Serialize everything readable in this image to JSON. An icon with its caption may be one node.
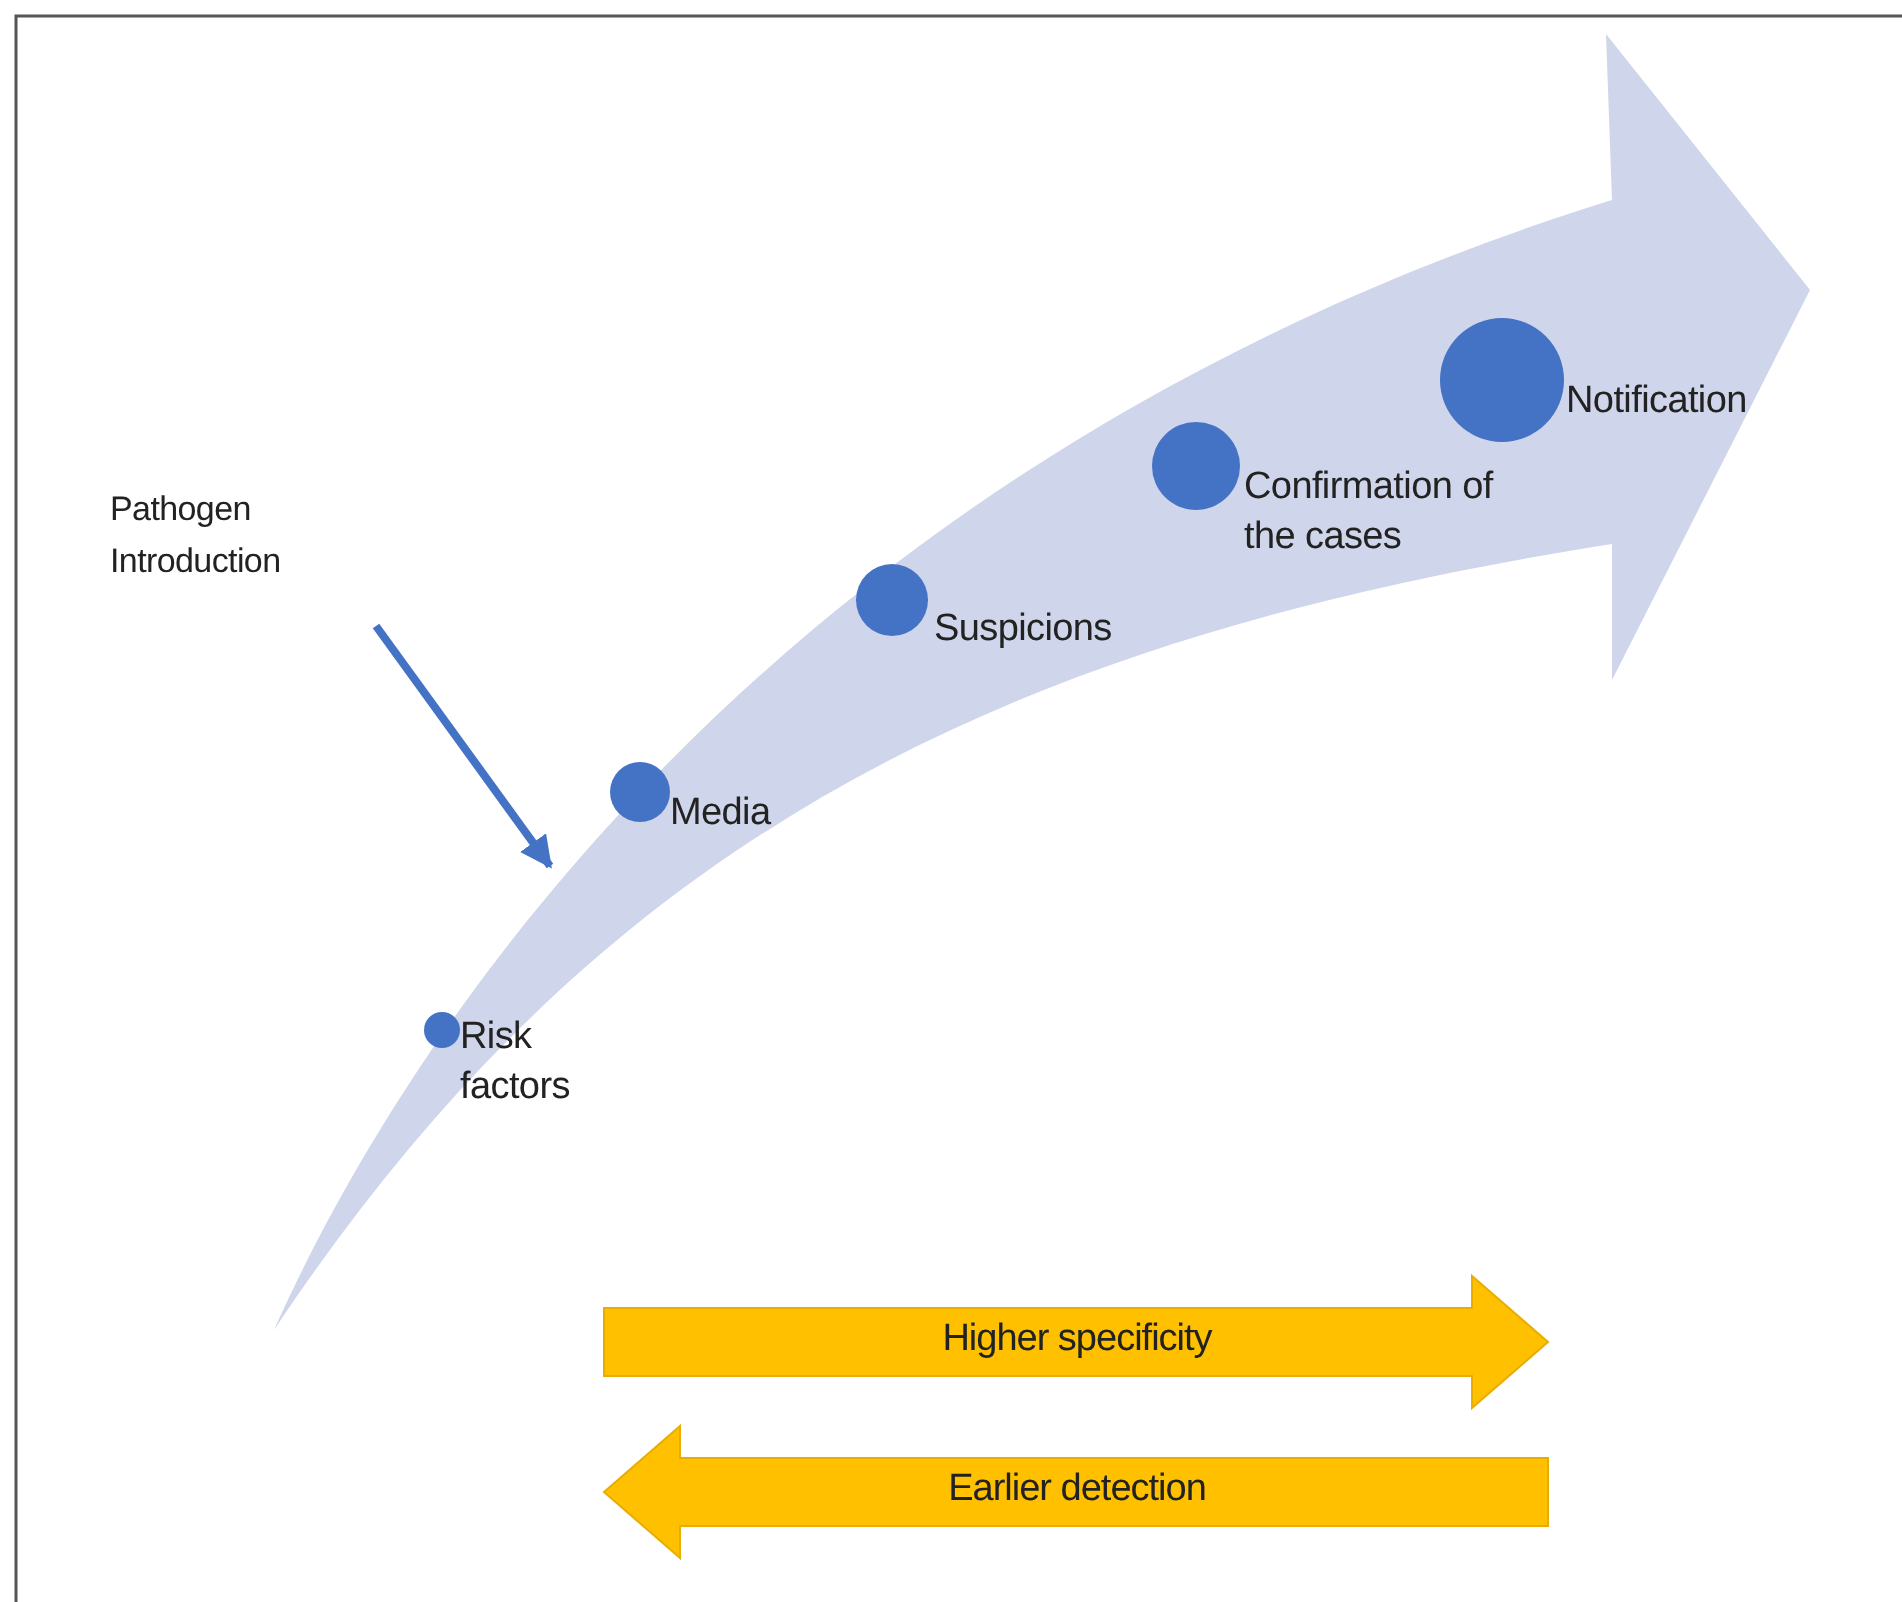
{
  "diagram": {
    "nodes": [
      {
        "text": [],
        "shape": "arrow"
      },
      {
        "text": [],
        "shape": "circle",
        "in": 0,
        "beside": [
          "Risk factors"
        ]
      },
      {
        "text": [],
        "shape": "circle",
        "in": 0,
        "beside": [
          "Media"
        ]
      },
      {
        "text": [],
        "shape": "circle",
        "in": 0,
        "beside": [
          "Suspicions"
        ]
      },
      {
        "text": [],
        "shape": "circle",
        "in": 0,
        "beside": [
          "Confirmation of the cases"
        ]
      },
      {
        "text": [],
        "shape": "circle",
        "in": 0,
        "beside": [
          "Notification"
        ]
      },
      {
        "text": [
          "Pathogen Introduction"
        ]
      },
      {
        "text": [
          "Higher specificity"
        ]
      },
      {
        "text": [
          "Earlier detection"
        ]
      }
    ],
    "edges": [
      {
        "from": 6,
        "to": 0,
        "arrow": "to"
      }
    ]
  }
}
